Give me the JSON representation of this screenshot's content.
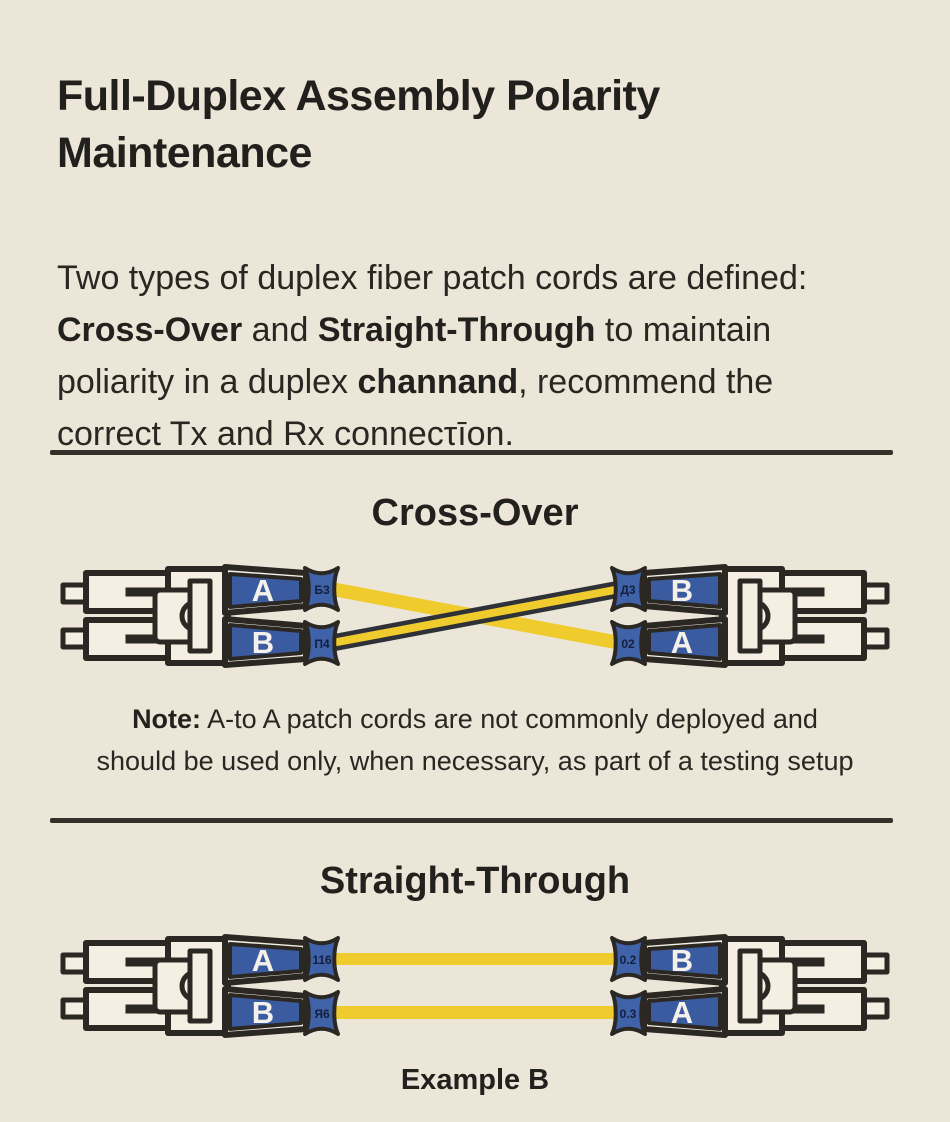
{
  "title": "Full-Duplex Assembly Polarity Maintenance",
  "intro": {
    "seg1": "Two types of duplex fiber patch cords are defined: ",
    "seg2_bold": "Cross-Over",
    "seg3": " and ",
    "seg4_bold": "Straight-Through",
    "seg5": " to maintain poliarity in a duplex ",
    "seg6_bold": "channand",
    "seg7": ", recommend the correct Tx and Rx connecτīon."
  },
  "crossover": {
    "heading": "Cross-Over",
    "left_connector": {
      "top_label": "A",
      "bottom_label": "B",
      "top_boot_mark": "Б3",
      "bottom_boot_mark": "П4"
    },
    "right_connector": {
      "top_label": "B",
      "bottom_label": "A",
      "top_boot_mark": "Д3",
      "bottom_boot_mark": "02"
    },
    "note_label": "Note:",
    "note_line1_rest": " A-to A patch cords are not commonly deployed and",
    "note_line2": "should be used only, when necessary, as part of a testing setup"
  },
  "straight": {
    "heading": "Straight-Through",
    "left_connector": {
      "top_label": "A",
      "bottom_label": "B",
      "top_boot_mark": "116",
      "bottom_boot_mark": "Я6"
    },
    "right_connector": {
      "top_label": "B",
      "bottom_label": "A",
      "top_boot_mark": "0.2",
      "bottom_boot_mark": "0.3"
    },
    "caption": "Example B"
  },
  "colors": {
    "background": "#ece6d8",
    "connector_body": "#f4efe2",
    "outline": "#2b2823",
    "blue_insert": "#3b5ba1",
    "boot_blue": "#3f62a8",
    "fiber_yellow": "#f0cb2e",
    "fiber_dark_jacket": "#2e3138",
    "text_dark": "#23211d"
  }
}
